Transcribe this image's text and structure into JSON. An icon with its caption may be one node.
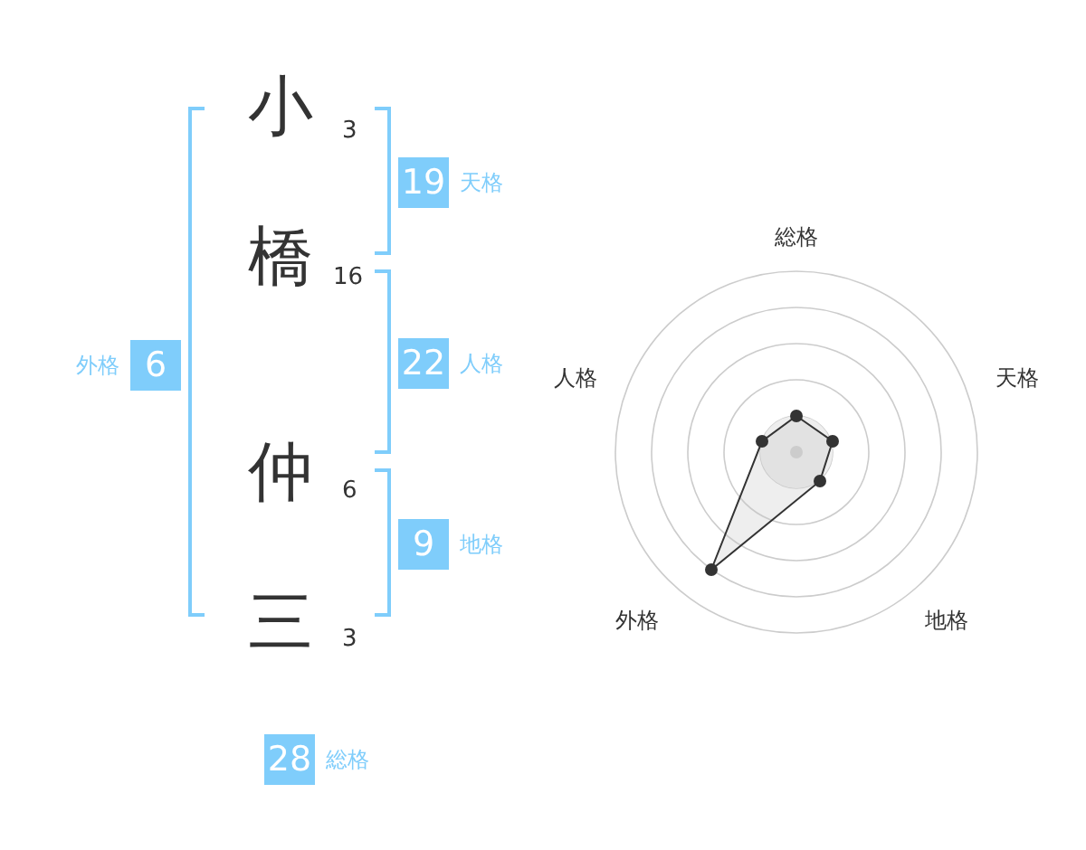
{
  "diagram": {
    "nodes": [
      {
        "text": [
          "19"
        ],
        "beside": [
          "天格"
        ]
      },
      {
        "text": [
          "6"
        ],
        "beside": [
          "外格"
        ]
      },
      {
        "text": [
          "22"
        ],
        "beside": [
          "人格"
        ]
      },
      {
        "text": [
          "9"
        ],
        "beside": [
          "地格"
        ]
      },
      {
        "text": [
          "28"
        ],
        "beside": [
          "総格"
        ]
      }
    ],
    "labels": [
      "小",
      "3",
      "橋",
      "16",
      "仲",
      "6",
      "三",
      "3",
      "総格",
      "人格",
      "天格",
      "外格",
      "地格"
    ]
  }
}
